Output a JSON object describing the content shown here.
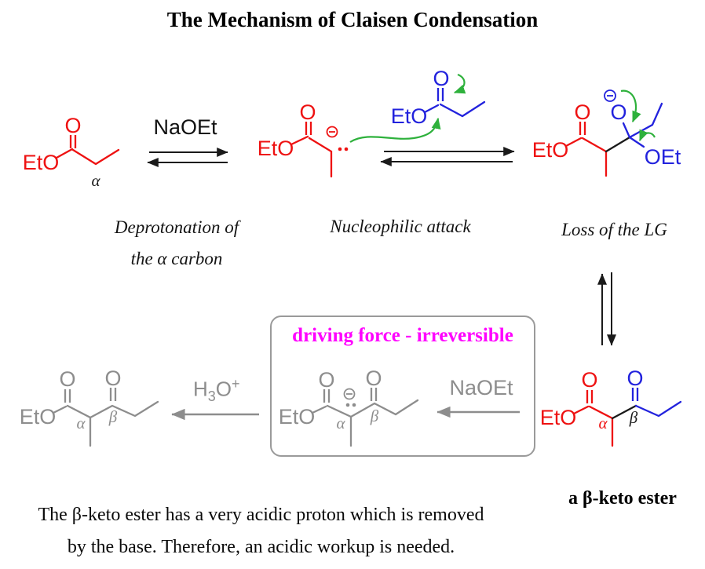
{
  "title": "The Mechanism of Claisen Condensation",
  "captions": {
    "step1_line1": "Deprotonation of",
    "step1_line2": "the α carbon",
    "step2": "Nucleophilic attack",
    "step3": "Loss of the LG",
    "product": "a β-keto ester"
  },
  "reagents": {
    "naoet_step1": "NaOEt",
    "naoet_box": "NaOEt",
    "h3o": {
      "h": "H",
      "sub": "3",
      "o": "O",
      "sup": "+"
    }
  },
  "box": {
    "title": "driving force - irreversible"
  },
  "labels": {
    "eto": "EtO",
    "o": "O",
    "oet": "OEt",
    "alpha": "α",
    "beta": "β"
  },
  "footer": {
    "line1": "The β-keto ester has a very acidic proton which is removed",
    "line2": "by the base. Therefore, an acidic workup is needed."
  },
  "colors": {
    "red": "#ee1111",
    "blue": "#2222dd",
    "green": "#2eb13c",
    "gray": "#8d8d8d",
    "magenta": "#ff00ff",
    "black": "#1a1a1a"
  }
}
